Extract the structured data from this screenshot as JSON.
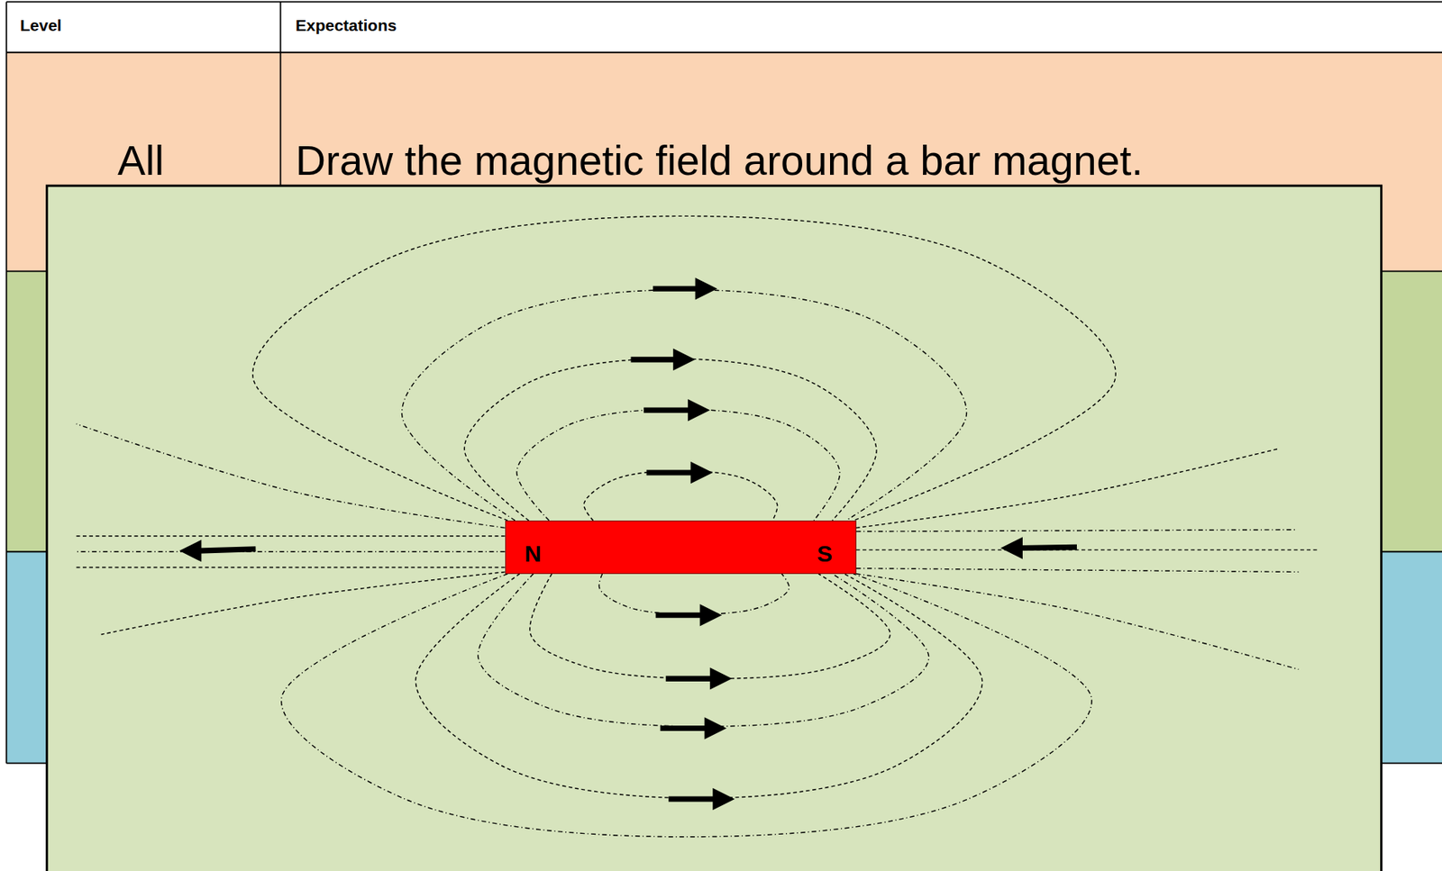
{
  "diagram": {
    "nodes": [
      {
        "text": [
          "N",
          "S"
        ]
      }
    ],
    "labels": [
      "Level",
      "Expectations",
      "All",
      "Draw the magnetic field around a bar magnet."
    ]
  }
}
